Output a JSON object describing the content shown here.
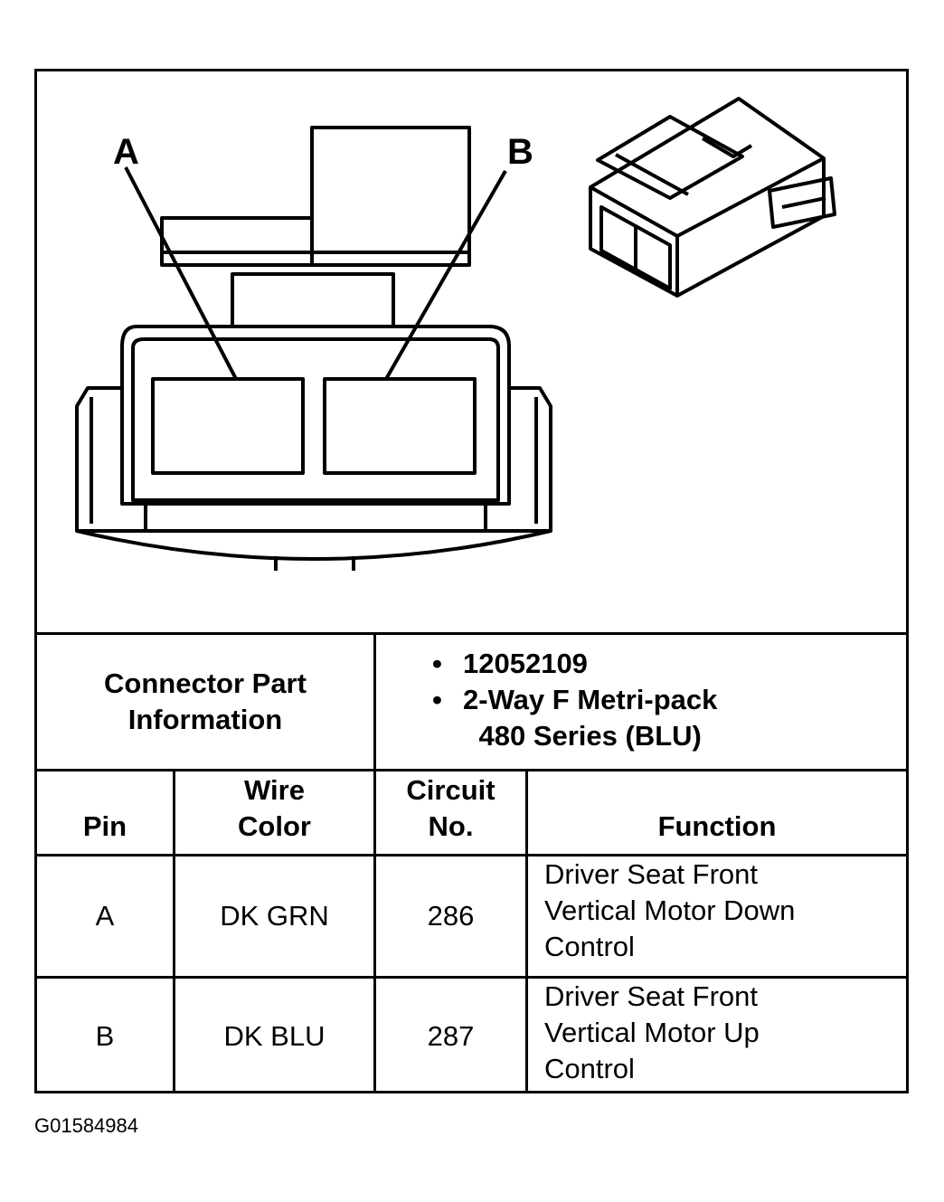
{
  "diagram": {
    "pin_labels": [
      "A",
      "B"
    ]
  },
  "connector_info": {
    "label_line1": "Connector Part",
    "label_line2": "Information",
    "items": [
      [
        "12052109"
      ],
      [
        "2-Way F Metri-pack",
        "480 Series (BLU)"
      ]
    ]
  },
  "pin_table": {
    "headers": {
      "pin": [
        "Pin"
      ],
      "wire_color": [
        "Wire",
        "Color"
      ],
      "circuit": [
        "Circuit",
        "No."
      ],
      "function": [
        "Function"
      ]
    },
    "rows": [
      {
        "pin": "A",
        "wire_color": "DK GRN",
        "circuit": "286",
        "function": [
          "Driver Seat Front",
          "Vertical Motor Down",
          "Control"
        ]
      },
      {
        "pin": "B",
        "wire_color": "DK BLU",
        "circuit": "287",
        "function": [
          "Driver Seat Front",
          "Vertical Motor Up",
          "Control"
        ]
      }
    ]
  },
  "footer_code": "G01584984"
}
